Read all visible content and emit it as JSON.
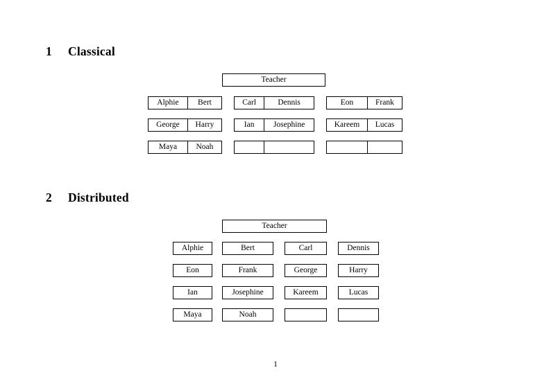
{
  "document": {
    "page_number": "1"
  },
  "sections": [
    {
      "number": "1",
      "title": "Classical",
      "root": {
        "label": "Teacher"
      },
      "groups": [
        {
          "rows": [
            {
              "cells": [
                {
                  "label": "Alphie"
                },
                {
                  "label": "Bert"
                }
              ]
            },
            {
              "cells": [
                {
                  "label": "George"
                },
                {
                  "label": "Harry"
                }
              ]
            },
            {
              "cells": [
                {
                  "label": "Maya"
                },
                {
                  "label": "Noah"
                }
              ]
            }
          ]
        },
        {
          "rows": [
            {
              "cells": [
                {
                  "label": "Carl"
                },
                {
                  "label": "Dennis"
                }
              ]
            },
            {
              "cells": [
                {
                  "label": "Ian"
                },
                {
                  "label": "Josephine"
                }
              ]
            },
            {
              "cells": [
                {
                  "label": ""
                },
                {
                  "label": ""
                }
              ]
            }
          ]
        },
        {
          "rows": [
            {
              "cells": [
                {
                  "label": "Eon"
                },
                {
                  "label": "Frank"
                }
              ]
            },
            {
              "cells": [
                {
                  "label": "Kareem"
                },
                {
                  "label": "Lucas"
                }
              ]
            },
            {
              "cells": [
                {
                  "label": ""
                },
                {
                  "label": ""
                }
              ]
            }
          ]
        }
      ]
    },
    {
      "number": "2",
      "title": "Distributed",
      "root": {
        "label": "Teacher"
      },
      "rows": [
        {
          "cells": [
            {
              "label": "Alphie"
            },
            {
              "label": "Bert"
            },
            {
              "label": "Carl"
            },
            {
              "label": "Dennis"
            }
          ]
        },
        {
          "cells": [
            {
              "label": "Eon"
            },
            {
              "label": "Frank"
            },
            {
              "label": "George"
            },
            {
              "label": "Harry"
            }
          ]
        },
        {
          "cells": [
            {
              "label": "Ian"
            },
            {
              "label": "Josephine"
            },
            {
              "label": "Kareem"
            },
            {
              "label": "Lucas"
            }
          ]
        },
        {
          "cells": [
            {
              "label": "Maya"
            },
            {
              "label": "Noah"
            },
            {
              "label": ""
            },
            {
              "label": ""
            }
          ]
        }
      ]
    }
  ]
}
